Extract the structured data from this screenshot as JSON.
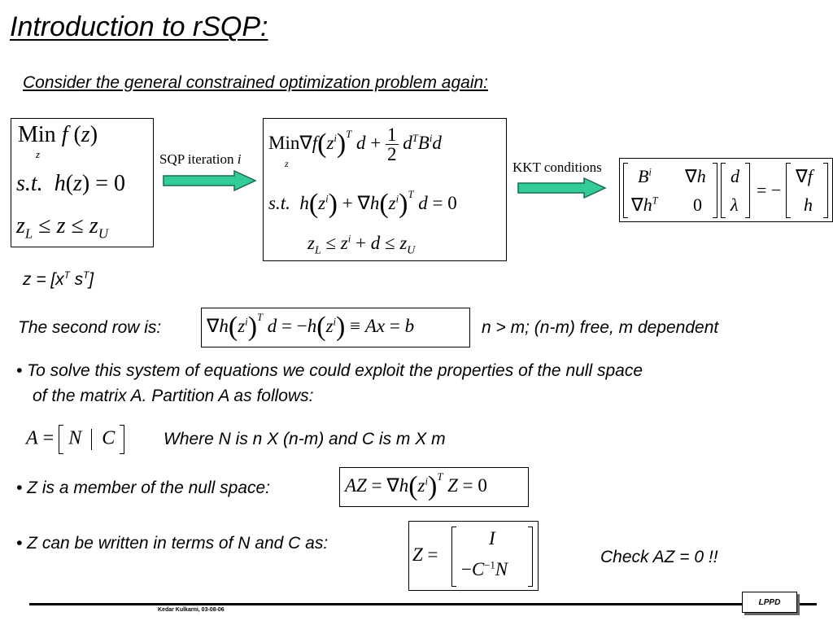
{
  "slide": {
    "title": "Introduction to rSQP:",
    "subtitle": "Consider the general constrained optimization problem again:",
    "arrow1_label": "SQP iteration",
    "arrow1_label_var": "i",
    "arrow2_label": "KKT conditions",
    "z_def": "z = [x",
    "z_def_sup1": "T",
    "z_def_mid": " s",
    "z_def_sup2": "T",
    "z_def_end": "]",
    "second_row_label": "The second row is:",
    "second_row_note": "n > m; (n-m) free, m dependent",
    "bullet1_line1": "• To solve this system of equations we could exploit the properties of the null space",
    "bullet1_line2": "of the matrix A. Partition A as follows:",
    "partition_note": "Where N is n X (n-m) and C is m X m",
    "bullet2": "• Z is a member of the null space:",
    "bullet3": "• Z can be written in terms of N and C as:",
    "check": "Check AZ = 0 !!",
    "footer_text": "Kedar Kulkarni, 03-08-06",
    "badge": "LPPD"
  },
  "colors": {
    "arrow_fill": "#33cc99",
    "arrow_stroke": "#1a6b50",
    "text": "#000000"
  }
}
